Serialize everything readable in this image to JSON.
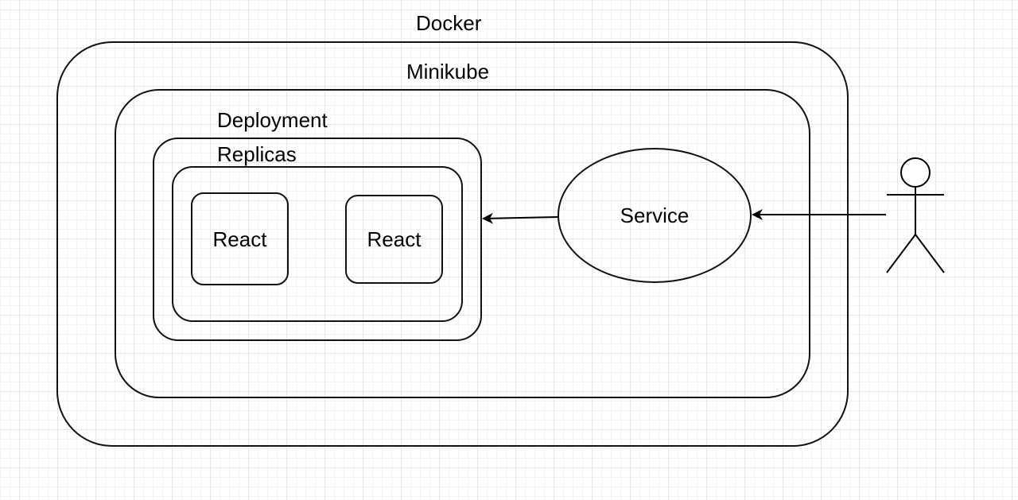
{
  "containers": {
    "docker": {
      "label": "Docker"
    },
    "minikube": {
      "label": "Minikube"
    },
    "deployment": {
      "label": "Deployment"
    },
    "replicas": {
      "label": "Replicas"
    }
  },
  "nodes": {
    "react_1": {
      "label": "React"
    },
    "react_2": {
      "label": "React"
    },
    "service": {
      "label": "Service"
    }
  },
  "edges": [
    {
      "from": "actor",
      "to": "service"
    },
    {
      "from": "service",
      "to": "deployment"
    }
  ],
  "actor": {
    "icon": "stick-figure-actor-icon"
  }
}
